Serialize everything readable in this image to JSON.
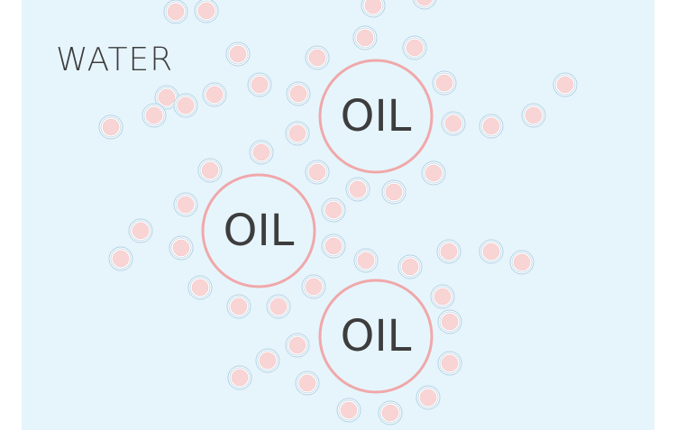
{
  "water_label": "WATER",
  "oil_droplets": [
    {
      "label": "OIL"
    },
    {
      "label": "OIL"
    },
    {
      "label": "OIL"
    }
  ],
  "colors": {
    "background": "#e6f5fc",
    "oil_ring": "#f0a8aa",
    "molecule_fill": "#f9d4d4",
    "molecule_ring": "#b0d0e4",
    "text": "#3d3d3d"
  }
}
